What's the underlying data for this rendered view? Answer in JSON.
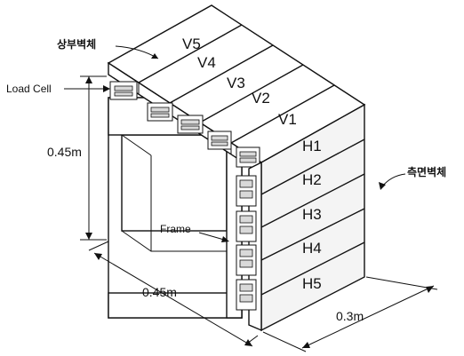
{
  "labels": {
    "top_wall": "상부벽체",
    "side_wall": "측면벽체",
    "load_cell": "Load Cell",
    "frame": "Frame"
  },
  "top_panels": [
    "V5",
    "V4",
    "V3",
    "V2",
    "V1"
  ],
  "side_panels": [
    "H1",
    "H2",
    "H3",
    "H4",
    "H5"
  ],
  "dimensions": {
    "height": "0.45m",
    "width": "0.45m",
    "depth": "0.3m"
  }
}
